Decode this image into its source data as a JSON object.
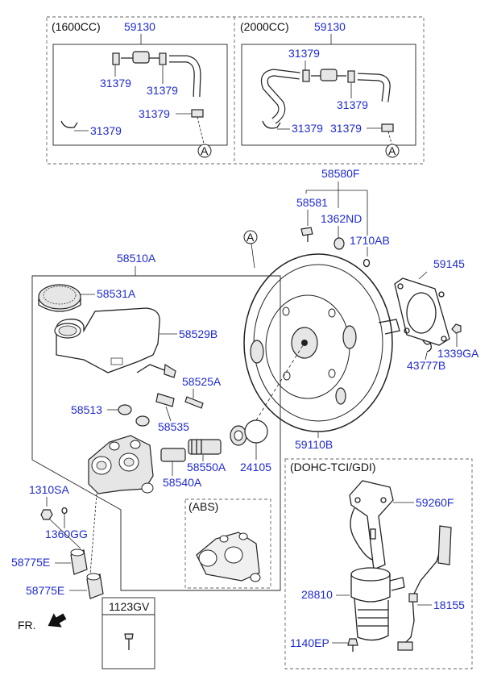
{
  "groups": {
    "g1600": "(1600CC)",
    "g2000": "(2000CC)",
    "dohc": "(DOHC-TCI/GDI)",
    "abs": "(ABS)"
  },
  "direction_label": "FR.",
  "reference_markers": [
    "A",
    "A",
    "A"
  ],
  "parts": {
    "p59130_a": "59130",
    "p59130_b": "59130",
    "p31379_1": "31379",
    "p31379_2": "31379",
    "p31379_3": "31379",
    "p31379_4": "31379",
    "p31379_5": "31379",
    "p31379_6": "31379",
    "p31379_7": "31379",
    "p31379_8": "31379",
    "p58580F": "58580F",
    "p58581": "58581",
    "p1362ND": "1362ND",
    "p1710AB": "1710AB",
    "p59145": "59145",
    "p1339GA": "1339GA",
    "p43777B": "43777B",
    "p58510A": "58510A",
    "p58531A": "58531A",
    "p58529B": "58529B",
    "p58525A": "58525A",
    "p58513": "58513",
    "p58535": "58535",
    "p58550A": "58550A",
    "p24105": "24105",
    "p58540A": "58540A",
    "p59110B": "59110B",
    "p1310SA": "1310SA",
    "p1360GG": "1360GG",
    "p58775E_1": "58775E",
    "p58775E_2": "58775E",
    "p1123GV": "1123GV",
    "p59260F": "59260F",
    "p28810": "28810",
    "p18155": "18155",
    "p1140EP": "1140EP"
  },
  "colors": {
    "label": "#1f2bd0",
    "line": "#222222",
    "dashed_frame": "#666666"
  }
}
